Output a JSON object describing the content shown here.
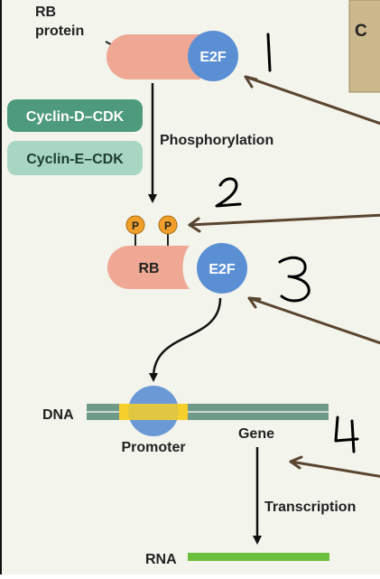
{
  "diagram": {
    "rb_protein_label_line1": "RB",
    "rb_protein_label_line2": "protein",
    "e2f_label": "E2F",
    "rb_label": "RB",
    "cyclin_d_cdk": "Cyclin-D–CDK",
    "cyclin_e_cdk": "Cyclin-E–CDK",
    "phosphorylation": "Phosphorylation",
    "phosphate_symbol": "P",
    "dna_label": "DNA",
    "promoter_label": "Promoter",
    "gene_label": "Gene",
    "transcription_label": "Transcription",
    "rna_label": "RNA",
    "corner_box_letter": "C"
  },
  "annotations": {
    "step_1": "1",
    "step_2": "2",
    "step_3": "3",
    "step_4": "4"
  },
  "colors": {
    "background": "#f3f4ec",
    "rb_fill": "#eea894",
    "e2f_fill": "#5b8fd4",
    "cyclin_d_fill": "#4e9a7d",
    "cyclin_e_fill": "#a8d6c2",
    "phosphate_fill": "#f0a02a",
    "dna_fill": "#6f9a8a",
    "promoter_fill": "#f6cf2a",
    "rna_fill": "#6cbf3c",
    "corner_box_fill": "#cbb88c",
    "annotation_arrow": "#5a4530"
  }
}
